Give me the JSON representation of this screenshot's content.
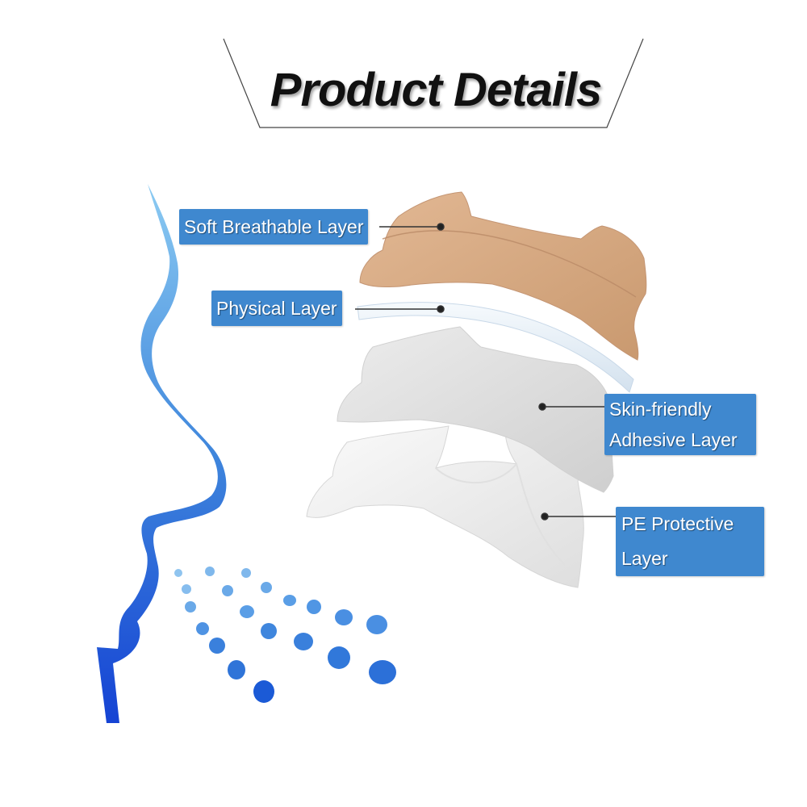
{
  "title": "Product Details",
  "labels": {
    "soft_breathable": "Soft Breathable Layer",
    "physical": "Physical Layer",
    "skin_friendly_line1": "Skin-friendly",
    "skin_friendly_line2": "Adhesive Layer",
    "pe_protective_line1": "PE Protective",
    "pe_protective_line2": "Layer"
  },
  "colors": {
    "label_bg": "#3f88cf",
    "label_text": "#ffffff",
    "title_text": "#111111",
    "face_light": "#7fc0ee",
    "face_dark": "#1747d6",
    "tan_layer": "#d6a985",
    "physical_layer": "#eaf2f9",
    "adhesive_layer": "#dcdcdc",
    "pe_layer": "#f2f2f2"
  },
  "icons": [
    "face-profile-icon",
    "breath-dots-icon"
  ]
}
